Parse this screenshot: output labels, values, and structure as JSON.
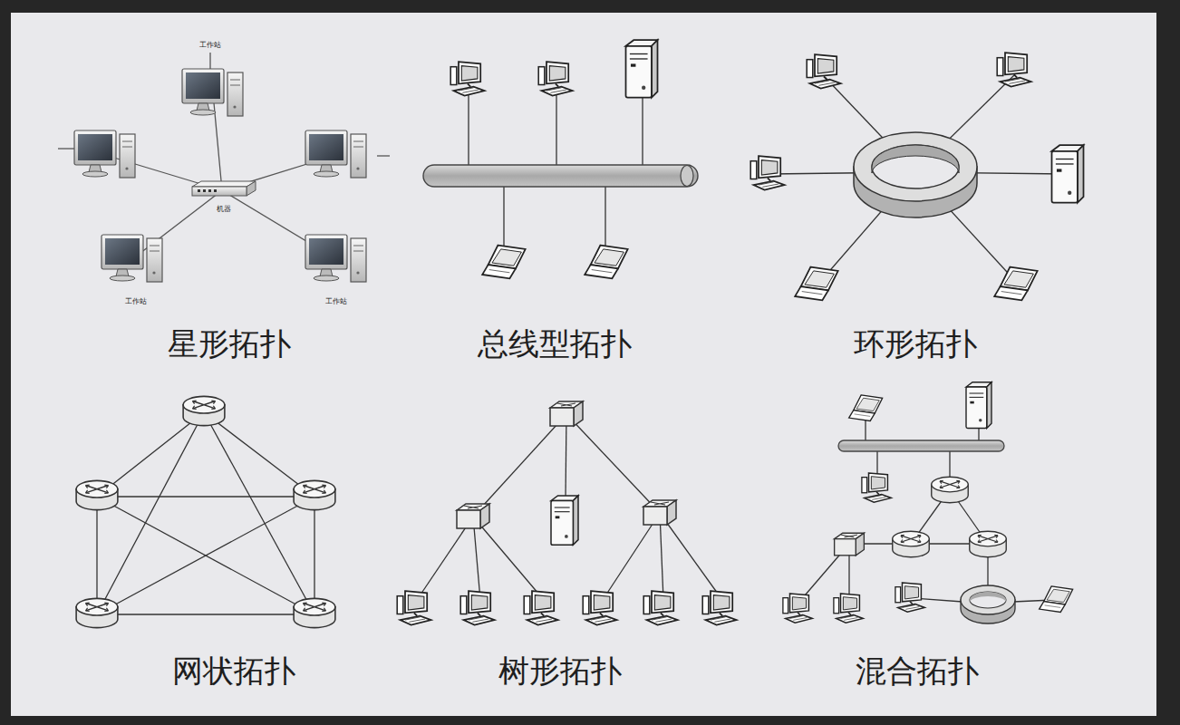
{
  "diagram": {
    "labels": [
      "工作站",
      "机器",
      "工作站",
      "工作站",
      "星形拓扑",
      "总线型拓扑",
      "环形拓扑",
      "网状拓扑",
      "树形拓扑",
      "混合拓扑"
    ]
  }
}
